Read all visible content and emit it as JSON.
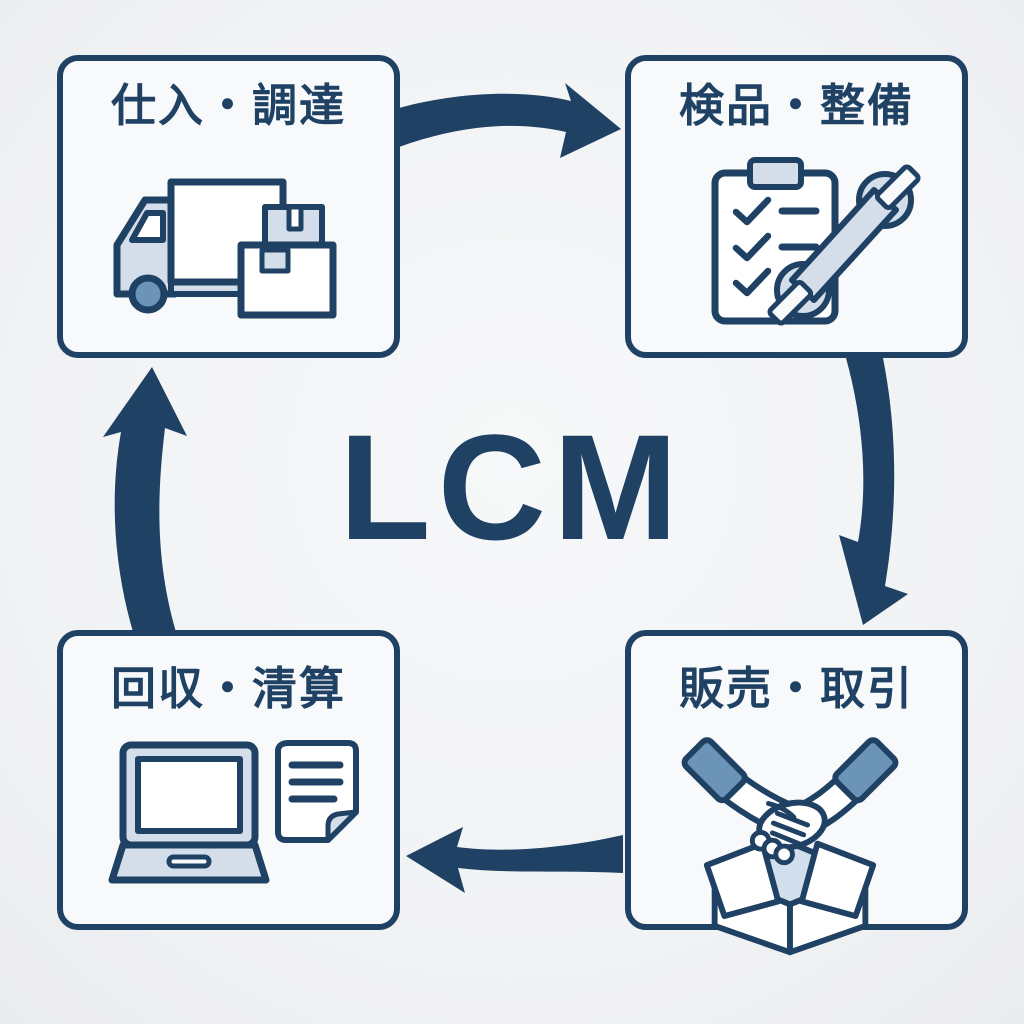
{
  "center_label": "LCM",
  "boxes": [
    {
      "position": "top-left",
      "label": "仕入・調達",
      "icon": "truck-boxes-icon"
    },
    {
      "position": "top-right",
      "label": "検品・整備",
      "icon": "clipboard-wrench-icon"
    },
    {
      "position": "bottom-right",
      "label": "販売・取引",
      "icon": "handshake-box-icon"
    },
    {
      "position": "bottom-left",
      "label": "回収・清算",
      "icon": "laptop-document-icon"
    }
  ],
  "flow": {
    "type": "clockwise-cycle",
    "steps": [
      "仕入・調達",
      "検品・整備",
      "販売・取引",
      "回収・清算"
    ]
  },
  "colors": {
    "navy": "#1f4164",
    "mid": "#6b94b6",
    "light": "#d3deea",
    "interior": "#d0dfeb",
    "boxbg": "#f8f9fa",
    "pagebg": "#f1f2f4"
  }
}
